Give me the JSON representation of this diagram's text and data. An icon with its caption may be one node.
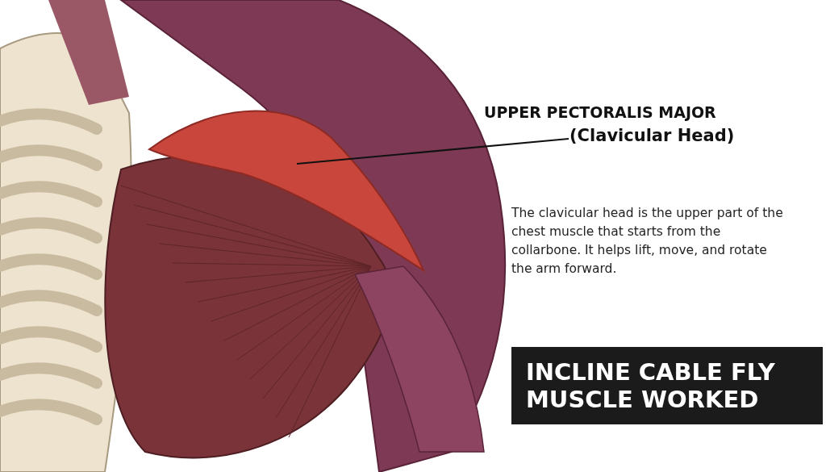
{
  "diagram": {
    "title": "INCLINE CABLE FLY MUSCLE WORKED",
    "nodes": [
      {
        "text": [
          "UPPER PECTORALIS MAJOR",
          "(Clavicular Head)"
        ]
      },
      {
        "text": [],
        "shape": "picture"
      }
    ],
    "edges": [
      {
        "from": 0,
        "to": 1,
        "arrow": "none"
      }
    ],
    "labels": [
      "The clavicular head is the upper part of the chest muscle that starts from the collarbone. It helps lift, move, and rotate the arm forward."
    ]
  }
}
